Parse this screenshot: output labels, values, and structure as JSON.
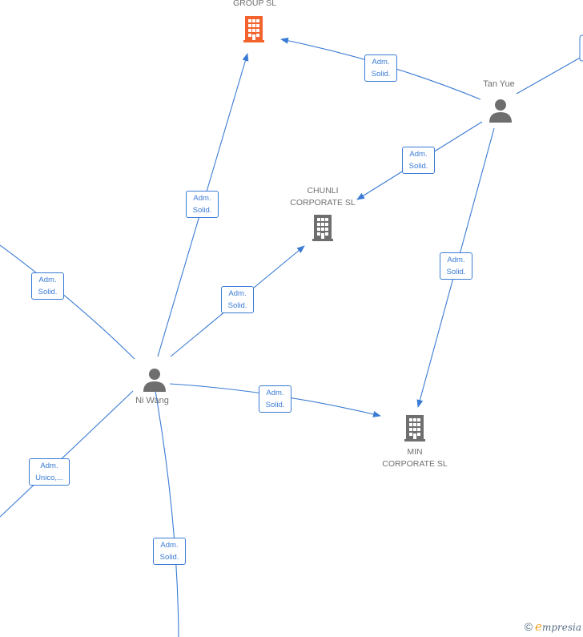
{
  "colors": {
    "edge": "#3a7bd5",
    "company_highlight": "#f2632e",
    "company": "#6e6e6e",
    "person": "#6e6e6e",
    "text": "#707070"
  },
  "nodes": {
    "group_sl": {
      "line2": "GROUP  SL",
      "icon": "building-icon"
    },
    "tan_yue": {
      "name": "Tan Yue",
      "icon": "person-icon"
    },
    "chunli": {
      "line1": "CHUNLI",
      "line2": "CORPORATE  SL",
      "icon": "building-icon"
    },
    "ni_wang": {
      "name": "Ni Wang",
      "icon": "person-icon"
    },
    "min": {
      "line1": "MIN",
      "line2": "CORPORATE  SL",
      "icon": "building-icon"
    }
  },
  "edge_labels": {
    "tan_group": {
      "line1": "Adm.",
      "line2": "Solid."
    },
    "tan_chunli": {
      "line1": "Adm.",
      "line2": "Solid."
    },
    "tan_min": {
      "line1": "Adm.",
      "line2": "Solid."
    },
    "ni_group": {
      "line1": "Adm.",
      "line2": "Solid."
    },
    "ni_chunli": {
      "line1": "Adm.",
      "line2": "Solid."
    },
    "ni_min": {
      "line1": "Adm.",
      "line2": "Solid."
    },
    "left_ni": {
      "line1": "Adm.",
      "line2": "Solid."
    },
    "ni_lowerleft": {
      "line1": "Adm.",
      "line2": "Unico,..."
    },
    "ni_bottom": {
      "line1": "Adm.",
      "line2": "Solid."
    }
  },
  "footer": {
    "copyright": "©",
    "brand_initial": "e",
    "brand_rest": "mpresia"
  }
}
